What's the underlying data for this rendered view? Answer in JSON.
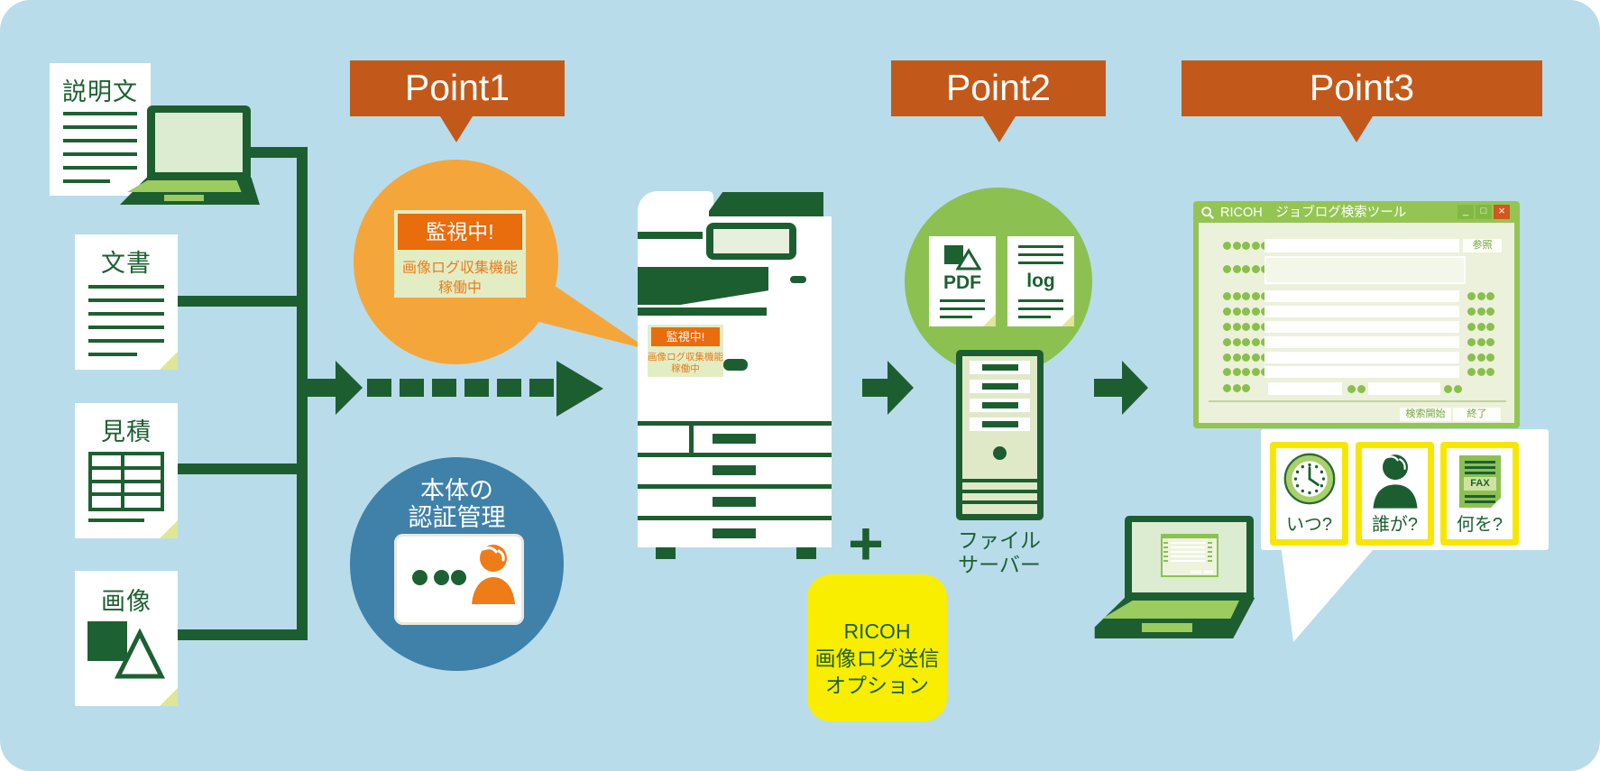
{
  "colors": {
    "background_blue": "#b9dceb",
    "dark_green": "#1d5e31",
    "mid_green": "#8cc152",
    "panel_light_green": "#e3edc4",
    "bubble_orange": "#f5a63a",
    "alert_orange": "#e96c0d",
    "banner_orange": "#c2591a",
    "auth_blue": "#3f81a8",
    "person_orange": "#ee7c18",
    "option_yellow": "#f9ed00",
    "window_green": "#94c553",
    "window_body": "#ebf1da"
  },
  "source_documents": [
    {
      "label": "説明文"
    },
    {
      "label": "文書"
    },
    {
      "label": "見積"
    },
    {
      "label": "画像"
    }
  ],
  "points": [
    {
      "label": "Point1"
    },
    {
      "label": "Point2"
    },
    {
      "label": "Point3"
    }
  ],
  "monitoring_bubble": {
    "badge": "監視中!",
    "line1": "画像ログ収集機能",
    "line2": "稼働中"
  },
  "auth_circle": {
    "line1": "本体の",
    "line2": "認証管理"
  },
  "printer_label": {
    "badge": "監視中!",
    "line1": "画像ログ収集機能",
    "line2": "稼働中"
  },
  "log_documents": {
    "pdf": "PDF",
    "log": "log"
  },
  "file_server": {
    "line1": "ファイル",
    "line2": "サーバー"
  },
  "plus_sign": "+",
  "option_box": {
    "line1": "RICOH",
    "line2": "画像ログ送信",
    "line3": "オプション"
  },
  "search_window": {
    "title": "RICOH　ジョブログ検索ツール",
    "minimize": "_",
    "maximize": "□",
    "close": "×",
    "browse_button": "参照",
    "search_button": "検索開始",
    "exit_button": "終了"
  },
  "questions": [
    {
      "label": "いつ?"
    },
    {
      "label": "誰が?"
    },
    {
      "label": "何を?",
      "fax_text": "FAX"
    }
  ]
}
